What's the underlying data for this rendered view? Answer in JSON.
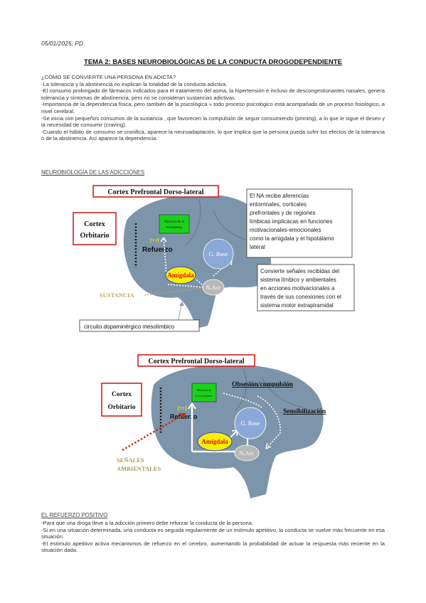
{
  "header": {
    "date": "05/01/2025, PD"
  },
  "title": "TEMA 2: BASES NEUROBIOLÓGICAS DE LA CONDUCTA DROGODEPENDIENTE",
  "intro": {
    "question": "¿CÓMO SE CONVIERTE UNA PERSONA EN ADICTA?",
    "lines": [
      "-La tolerancia y la abstinencia no explican la totalidad de la conducta adictiva.",
      "-El consumo prolongado de fármacos indicados para el tratamiento del asma, la hipertensión e incluso de descongestionantes nasales, genera tolerancia y síntomas de abstinencia, pero no se consideran sustancias adictivas.",
      "-Importancia de la dependencia física, pero también de la psicológica » todo proceso psicológico está acompañado de un proceso fisiológico, a nivel cerebral.",
      "-Se inicia con pequeños consumos de la sustancia , que favorecen la compulsión de seguir consumiendo (priming), a lo que le sigue el deseo y la necesidad de consumir (craving).",
      "-Cuando el hábito de consumo se cronifica, aparece la neuroadaptación, lo que implica que la persona pueda sufrir los efectos de la tolerancia o de la abstinencia. Así aparece la dependencia."
    ]
  },
  "section1": {
    "heading": "NEUROBIOLOGÍA DE LAS ADICCIONES"
  },
  "figure1": {
    "cortex_prefrontal": "Cortex Prefrontal Dorso-lateral",
    "cortex_orbitario_1": "Cortex",
    "cortex_orbitario_2": "Orbitario",
    "memoria_1": "Memoria de la",
    "memoria_2": "recompensa",
    "plus": "[++]",
    "refuerzo": "Refuerzo",
    "g_base": "G. Base",
    "amigdala": "Amígdala",
    "n_acc": "N.Acc",
    "sustancia": "SUSTANCIA",
    "circuito": "circuito dopaminérgico mesolímbico",
    "box_na_lines": [
      "El NA recibe aferencias",
      "entorrinales, corticales",
      "prefrontales y de regiones",
      "límbicas implicacas en funciones",
      "motivacionales-emocionales",
      "como la amigdala y el hipotálamo",
      "lateral"
    ],
    "box_convierte_lines": [
      "Convierte señales recibidas del",
      "sistema límbico y ambientales",
      "en acciones motivacionales a",
      "través de sus conexiones con el",
      "sistema motor extrapiramidal"
    ]
  },
  "figure2": {
    "cortex_prefrontal": "Cortex Prefrontal Dorso-lateral",
    "cortex_orbitario_1": "Cortex",
    "cortex_orbitario_2": "Orbitario",
    "memoria_1": "Memoria de",
    "memoria_2": "la recompensa",
    "plus": "[++]",
    "refuerzo": "Refuerzo",
    "obsesion": "Obsesión/compulsión",
    "sensibilizacion": "Sensibilización",
    "g_base": "G. Base",
    "amigdala": "Amígdala",
    "n_acc": "N.Acc",
    "senales_1": "SEÑALES",
    "senales_2": "AMBIENTALES"
  },
  "section2": {
    "heading": "EL REFUERZO POSITIVO",
    "lines": [
      "-Para que una droga lleve a la adicción primero debe reforzar la conducta de la persona.",
      "-Si en una situación determinada, una conducta es seguida regularmente de un estímulo apetitivo, la conducta se vuelve más frecuente en esa situación.",
      "-El estímulo apetitivo activa mecanismos de refuerzo en el cerebro, aumentando la probabilidad de actuar la respuesta más reciente en la situación dada."
    ]
  },
  "colors": {
    "brain": "#7d95aa",
    "brain_dark": "#6a8299",
    "frame_red": "#d02020",
    "memory_green": "#19d219",
    "amygdala_yellow": "#f5f000",
    "gbase_blue": "#9ab8e6",
    "nacc_grey": "#b8b8b8",
    "sustancia_olive": "#b8a85a",
    "senales_olive": "#a89a58",
    "arrow_red": "#d02818"
  }
}
